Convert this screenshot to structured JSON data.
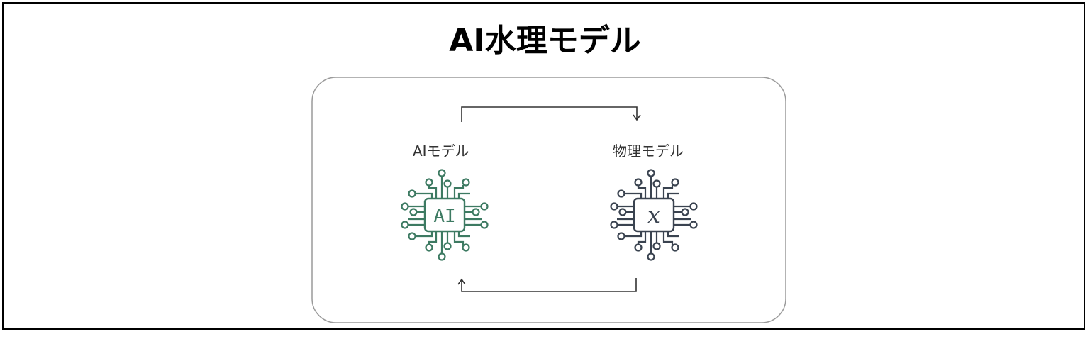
{
  "title": "AI水理モデル",
  "diagram": {
    "left_node": {
      "label": "AIモデル",
      "chip_text": "AI",
      "icon": "circuit-chip-icon",
      "color": "#3d7a62"
    },
    "right_node": {
      "label": "物理モデル",
      "chip_text": "x",
      "icon": "circuit-chip-icon",
      "color": "#3a4350"
    },
    "container_border_color": "#9a9a9a",
    "arrow_color": "#333333"
  }
}
